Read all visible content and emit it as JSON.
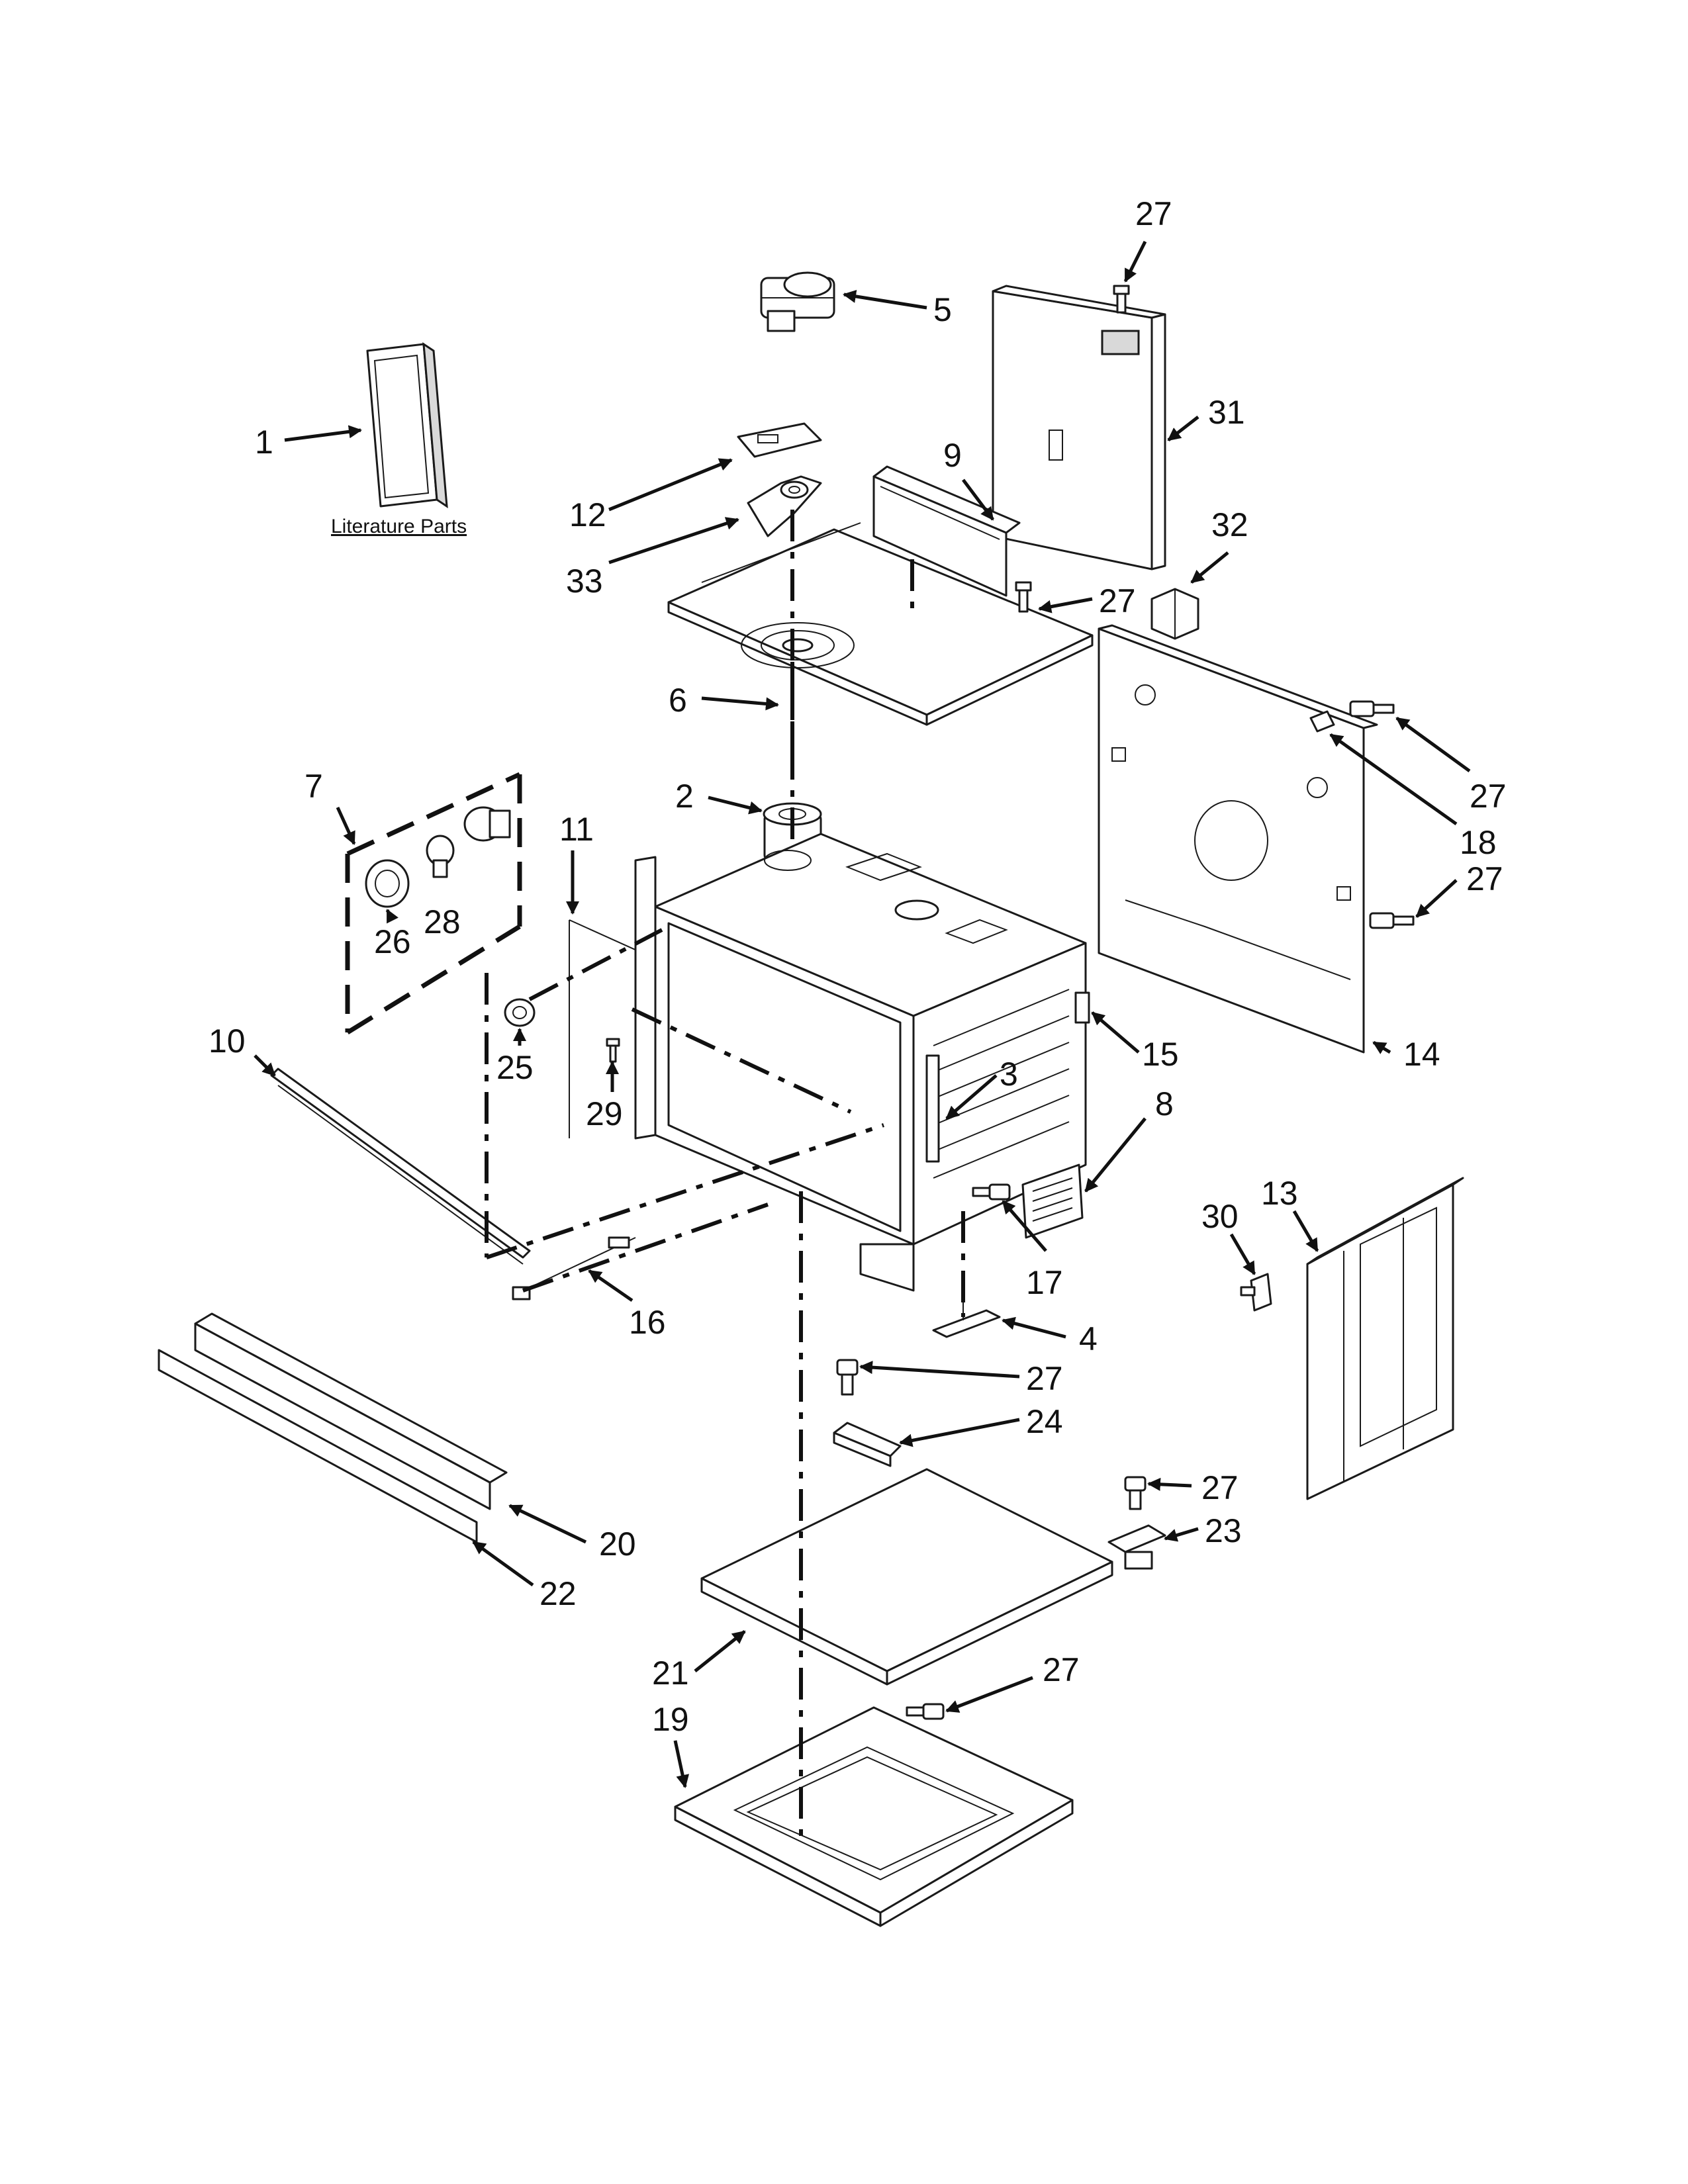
{
  "literature_label": "Literature Parts",
  "callouts": {
    "c1": "1",
    "c2": "2",
    "c3": "3",
    "c4": "4",
    "c5": "5",
    "c6": "6",
    "c7": "7",
    "c8": "8",
    "c9": "9",
    "c10": "10",
    "c11": "11",
    "c12": "12",
    "c13": "13",
    "c14": "14",
    "c15": "15",
    "c16": "16",
    "c17": "17",
    "c18": "18",
    "c19": "19",
    "c20": "20",
    "c21": "21",
    "c22": "22",
    "c23": "23",
    "c24": "24",
    "c25": "25",
    "c26": "26",
    "c28": "28",
    "c29": "29",
    "c30": "30",
    "c31": "31",
    "c32": "32",
    "c33": "33",
    "c27": "27"
  }
}
